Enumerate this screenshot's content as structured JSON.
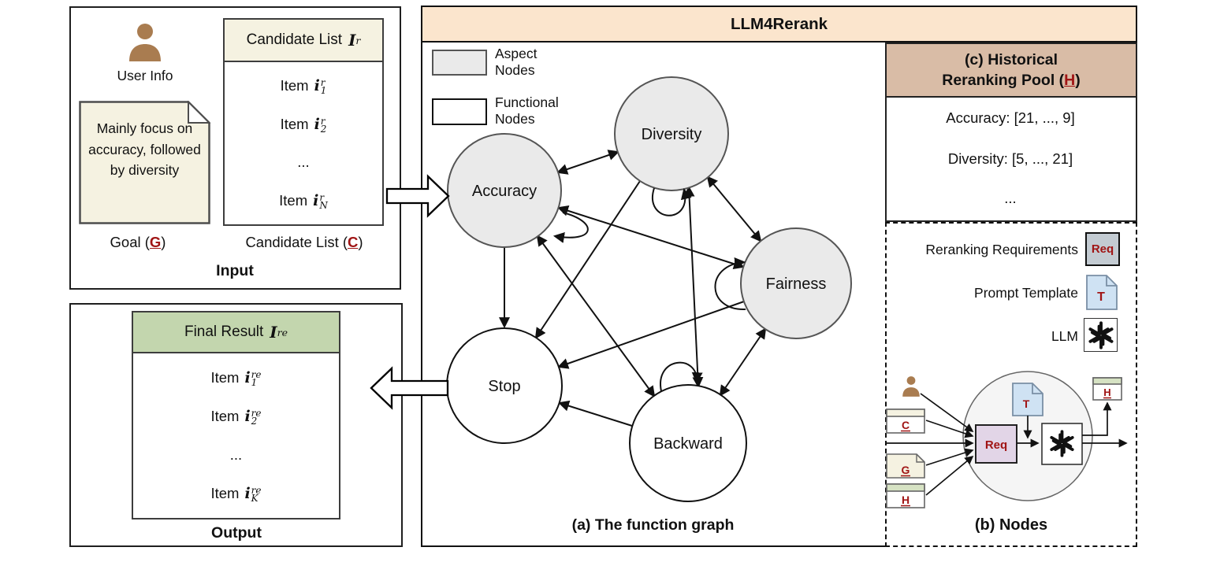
{
  "title": "LLM4Rerank",
  "colors": {
    "header_peach": "#FBE5CD",
    "pool_tan": "#D9BCA6",
    "cream": "#F5F2E1",
    "green_header": "#C3D6AE",
    "green_bar": "#D6E2C3",
    "node_gray": "#EAEAEA",
    "blue_doc": "#CFE2F3",
    "lavender_req": "#E2D5E7",
    "legend_req_gray": "#C3CBD2",
    "dark_red": "#A01414",
    "person_brown": "#A97C50"
  },
  "input_box": {
    "user_info_label": "User Info",
    "goal_note_text": "Mainly focus on accuracy, followed by diversity",
    "goal_caption": {
      "pre": "Goal (",
      "letter": "G",
      "post": ")"
    },
    "candidate_caption": {
      "pre": "Candidate List (",
      "letter": "C",
      "post": ")"
    },
    "panel_label": "Input",
    "candidate_list": {
      "header": {
        "text": "Candidate List",
        "sym": "I",
        "sup": "r"
      },
      "items": [
        {
          "text": "Item",
          "sym": "i",
          "sup": "r",
          "sub": "1"
        },
        {
          "text": "Item",
          "sym": "i",
          "sup": "r",
          "sub": "2"
        },
        {
          "text": "..."
        },
        {
          "text": "Item",
          "sym": "i",
          "sup": "r",
          "sub": "N"
        }
      ]
    }
  },
  "output_box": {
    "final_result": {
      "header": {
        "text": "Final Result",
        "sym": "I",
        "sup": "re"
      },
      "items": [
        {
          "text": "Item",
          "sym": "i",
          "sup": "re",
          "sub": "1"
        },
        {
          "text": "Item",
          "sym": "i",
          "sup": "re",
          "sub": "2"
        },
        {
          "text": "..."
        },
        {
          "text": "Item",
          "sym": "i",
          "sup": "re",
          "sub": "K"
        }
      ]
    },
    "panel_label": "Output"
  },
  "graph": {
    "legend": [
      {
        "label": "Aspect Nodes"
      },
      {
        "label": "Functional Nodes"
      }
    ],
    "nodes": [
      {
        "label": "Accuracy",
        "type": "aspect"
      },
      {
        "label": "Diversity",
        "type": "aspect"
      },
      {
        "label": "Fairness",
        "type": "aspect"
      },
      {
        "label": "Stop",
        "type": "functional"
      },
      {
        "label": "Backward",
        "type": "functional"
      }
    ],
    "caption": "(a) The function graph"
  },
  "pool": {
    "header_line1": "(c) Historical",
    "header_line2": {
      "pre": "Reranking Pool (",
      "letter": "H",
      "post": ")"
    },
    "entries": [
      "Accuracy: [21, ..., 9]",
      "Diversity: [5, ..., 21]",
      "..."
    ]
  },
  "nodes_panel": {
    "rows": [
      {
        "label": "Reranking Requirements",
        "icon_label": "Req"
      },
      {
        "label": "Prompt Template",
        "icon_label": "T"
      },
      {
        "label": "LLM"
      }
    ],
    "diagram": {
      "c": "C",
      "g": "G",
      "h": "H",
      "req": "Req",
      "t": "T",
      "h_out": "H"
    },
    "caption": "(b) Nodes"
  }
}
